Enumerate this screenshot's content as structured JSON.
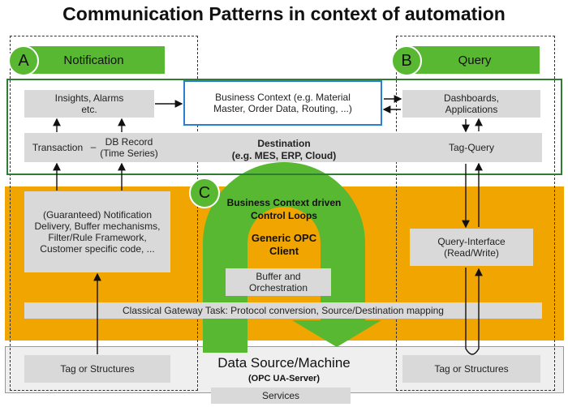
{
  "title": "Communication Patterns in context of automation",
  "sections": {
    "a": {
      "letter": "A",
      "label": "Notification"
    },
    "b": {
      "letter": "B",
      "label": "Query"
    },
    "c": {
      "letter": "C",
      "label": "Business Context driven Control Loops"
    }
  },
  "nodes": {
    "insights": "Insights, Alarms etc.",
    "business_context": "Business Context (e.g. Material Master, Order Data, Routing, ...)",
    "dashboards": "Dashboards, Applications",
    "transaction": "Transaction",
    "dash_sep": "–",
    "db_record": "DB Record (Time Series)",
    "destination_title": "Destination",
    "destination_sub": "(e.g. MES, ERP, Cloud)",
    "tag_query": "Tag-Query",
    "notification_delivery": "(Guaranteed) Notification Delivery, Buffer mechanisms, Filter/Rule Framework, Customer specific code, ...",
    "query_interface": "Query-Interface (Read/Write)",
    "generic_client": "Generic OPC Client",
    "buffer": "Buffer and Orchestration",
    "gateway_task": "Classical Gateway Task: Protocol conversion, Source/Destination mapping",
    "tag_left": "Tag or Structures",
    "tag_right": "Tag or Structures",
    "data_source": "Data Source/Machine",
    "opc_server": "(OPC UA-Server)",
    "services": "Services"
  },
  "colors": {
    "green": "#58b831",
    "dark_green": "#2e7d32",
    "orange": "#f0a500",
    "gray": "#d9d9d9",
    "blue": "#2a7fd4"
  }
}
